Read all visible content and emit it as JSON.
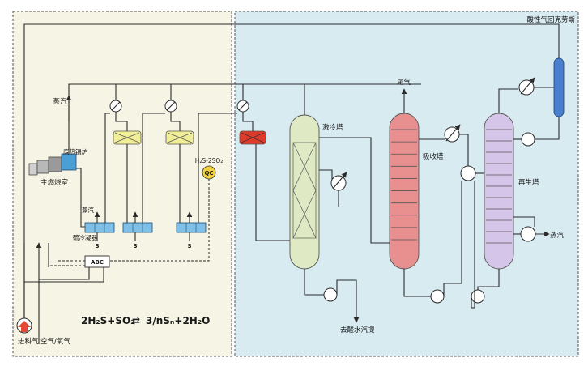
{
  "labels": {
    "steam_top": "蒸汽",
    "waste_heat_boiler": "废热锅炉",
    "main_furnace": "主燃烧室",
    "steam_cond": "蒸汽",
    "condenser": "硫冷凝器",
    "s1": "S",
    "s2": "S",
    "s3": "S",
    "h2s_so2": "H₂S-2SO₂",
    "qc": "QC",
    "abc": "ABC",
    "quench_tower": "激冷塔",
    "tail_gas": "尾气",
    "absorber": "吸收塔",
    "regenerator": "再生塔",
    "steam_reboiler": "蒸汽",
    "acid_gas_recycle": "酸性气回克劳斯",
    "sour_water": "去酸水汽提",
    "feed_gas": "进料气",
    "air_oxygen": "空气/氧气"
  },
  "equation": {
    "left": "2H₂S+SO₂",
    "arrow": "⇄",
    "right": "3/nSₙ+2H₂O"
  },
  "colors": {
    "left_panel": "#f6f4e4",
    "right_panel": "#d8ebf1",
    "quench": "#dfeac4",
    "absorber": "#e88f8f",
    "regenerator": "#d5c5e8",
    "reactor": "#f0ee96",
    "hydro_reactor": "#e23a2a",
    "condenser": "#7ec0e8",
    "boiler": "#4a9fd6",
    "feed": "#e34a35"
  }
}
